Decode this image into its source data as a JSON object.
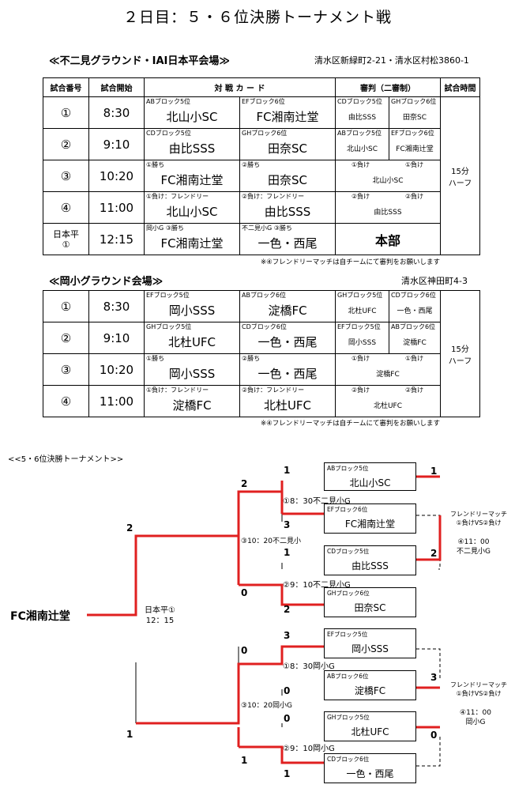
{
  "title": "２日目：５・６位決勝トーナメント戦",
  "venue1": {
    "name": "≪不二見グラウンド・IAI日本平会場≫",
    "address": "清水区新緑町2-21・清水区村松3860-1"
  },
  "headers": [
    "試合番号",
    "試合開始",
    "対 戦 カ ー ド",
    "審判（二審制）",
    "試合時間"
  ],
  "t1": [
    {
      "no": "①",
      "time": "8:30",
      "tagA": "ABブロック5位",
      "teamA": "北山小SC",
      "tagB": "EFブロック6位",
      "teamB": "FC湘南辻堂",
      "ref": [
        {
          "tag": "CDブロック5位",
          "name": "由比SSS"
        },
        {
          "tag": "GHブロック6位",
          "name": "田奈SC"
        }
      ]
    },
    {
      "no": "②",
      "time": "9:10",
      "tagA": "CDブロック5位",
      "teamA": "由比SSS",
      "tagB": "GHブロック6位",
      "teamB": "田奈SC",
      "ref": [
        {
          "tag": "ABブロック5位",
          "name": "北山小SC"
        },
        {
          "tag": "EFブロック6位",
          "name": "FC湘南辻堂"
        }
      ]
    },
    {
      "no": "③",
      "time": "10:20",
      "tagA": "①勝ち",
      "teamA": "FC湘南辻堂",
      "tagB": "②勝ち",
      "teamB": "田奈SC",
      "reftags": [
        "①負け",
        "①負け"
      ],
      "refname": "北山小SC"
    },
    {
      "no": "④",
      "time": "11:00",
      "tagA": "①負け：フレンドリー",
      "teamA": "北山小SC",
      "tagB": "②負け：フレンドリー",
      "teamB": "由比SSS",
      "reftags": [
        "②負け",
        "②負け"
      ],
      "refname": "由比SSS"
    },
    {
      "no": "日本平\n①",
      "time": "12:15",
      "tagA": "岡小G ③勝ち",
      "teamA": "FC湘南辻堂",
      "tagB": "不二見小G ③勝ち",
      "teamB": "一色・西尾",
      "hq": "本部"
    }
  ],
  "duration": "15分\nハーフ",
  "note": "※④フレンドリーマッチは自チームにて審判をお願いします",
  "venue2": {
    "name": "≪岡小グラウンド会場≫",
    "address": "清水区神田町4-3"
  },
  "t2": [
    {
      "no": "①",
      "time": "8:30",
      "tagA": "EFブロック5位",
      "teamA": "岡小SSS",
      "tagB": "ABブロック6位",
      "teamB": "淀橋FC",
      "ref": [
        {
          "tag": "GHブロック5位",
          "name": "北杜UFC"
        },
        {
          "tag": "CDブロック6位",
          "name": "一色・西尾"
        }
      ]
    },
    {
      "no": "②",
      "time": "9:10",
      "tagA": "GHブロック5位",
      "teamA": "北杜UFC",
      "tagB": "CDブロック6位",
      "teamB": "一色・西尾",
      "ref": [
        {
          "tag": "EFブロック5位",
          "name": "岡小SSS"
        },
        {
          "tag": "ABブロック6位",
          "name": "淀橋FC"
        }
      ]
    },
    {
      "no": "③",
      "time": "10:20",
      "tagA": "①勝ち",
      "teamA": "岡小SSS",
      "tagB": "②勝ち",
      "teamB": "一色・西尾",
      "reftags": [
        "①負け",
        "①負け"
      ],
      "refname": "淀橋FC"
    },
    {
      "no": "④",
      "time": "11:00",
      "tagA": "①負け：フレンドリー",
      "teamA": "淀橋FC",
      "tagB": "②負け：フレンドリー",
      "teamB": "北杜UFC",
      "reftags": [
        "②負け",
        "②負け"
      ],
      "refname": "北杜UFC"
    }
  ],
  "bracket": {
    "title": "<<5・6位決勝トーナメント>>",
    "champion": "FC湘南辻堂",
    "final_label": "日本平①\n12：15",
    "boxes": [
      {
        "tag": "ABブロック5位",
        "name": "北山小SC"
      },
      {
        "tag": "EFブロック6位",
        "name": "FC湘南辻堂"
      },
      {
        "tag": "CDブロック5位",
        "name": "由比SSS"
      },
      {
        "tag": "GHブロック6位",
        "name": "田奈SC"
      },
      {
        "tag": "EFブロック5位",
        "name": "岡小SSS"
      },
      {
        "tag": "ABブロック6位",
        "name": "淀橋FC"
      },
      {
        "tag": "GHブロック5位",
        "name": "北杜UFC"
      },
      {
        "tag": "CDブロック6位",
        "name": "一色・西尾"
      }
    ],
    "matches": [
      "①8：30不二見小G",
      "②9：10不二見小G",
      "③10：20不二見小",
      "①8：30岡小G",
      "②9：10岡小G",
      "③10：20岡小G"
    ],
    "friendly": [
      {
        "label": "フレンドリーマッチ\n①負けVS②負け",
        "time": "④11：00\n不二見小G"
      },
      {
        "label": "フレンドリーマッチ\n①負けVS②負け",
        "time": "④11：00\n岡小G"
      }
    ],
    "scores": {
      "m1": [
        "1",
        "3"
      ],
      "m2": [
        "1",
        "2"
      ],
      "m3": [
        "2",
        "0"
      ],
      "m4": [
        "3",
        "0"
      ],
      "m5": [
        "0",
        "1"
      ],
      "m6": [
        "0",
        "1"
      ],
      "f": [
        "1",
        "2"
      ],
      "fr1": [
        "1",
        "2"
      ],
      "fr2": [
        "3",
        "0"
      ]
    }
  }
}
